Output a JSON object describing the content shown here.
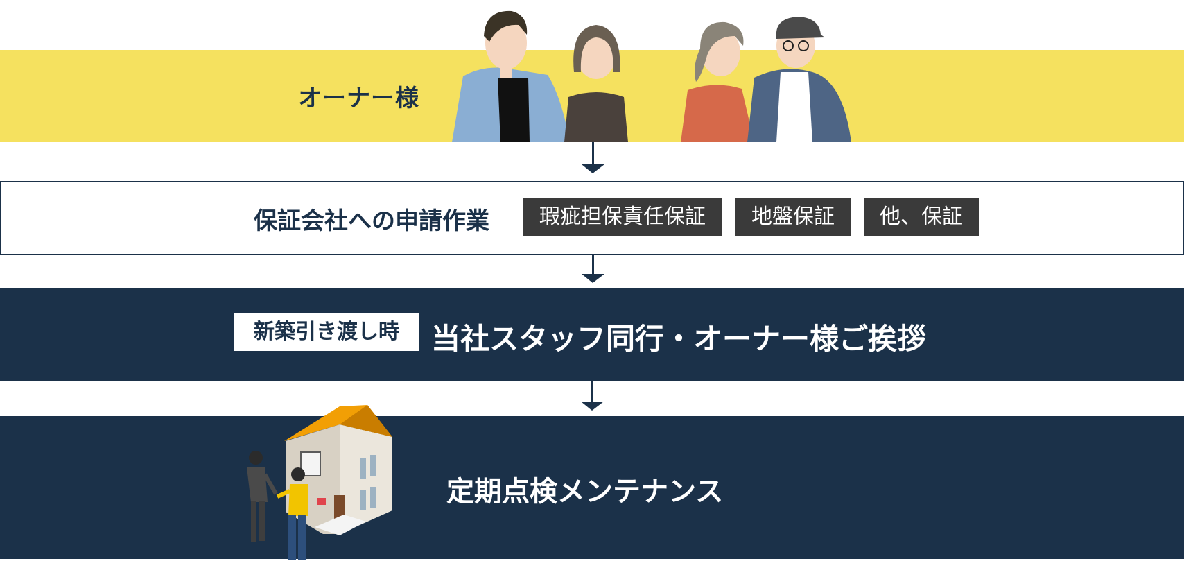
{
  "steps": {
    "owner": {
      "label": "オーナー様"
    },
    "application": {
      "label": "保証会社への申請作業",
      "tags": [
        "瑕疵担保責任保証",
        "地盤保証",
        "他、保証"
      ]
    },
    "handover": {
      "tag": "新築引き渡し時",
      "label": "当社スタッフ同行・オーナー様ご挨拶"
    },
    "maintenance": {
      "label": "定期点検メンテナンス"
    }
  },
  "colors": {
    "navy": "#1b3149",
    "yellow": "#f5e15f",
    "tag_gray": "#3a3a3a"
  },
  "icons": [
    "owners-people-illustration",
    "house-handshake-illustration",
    "down-arrow-icon"
  ]
}
